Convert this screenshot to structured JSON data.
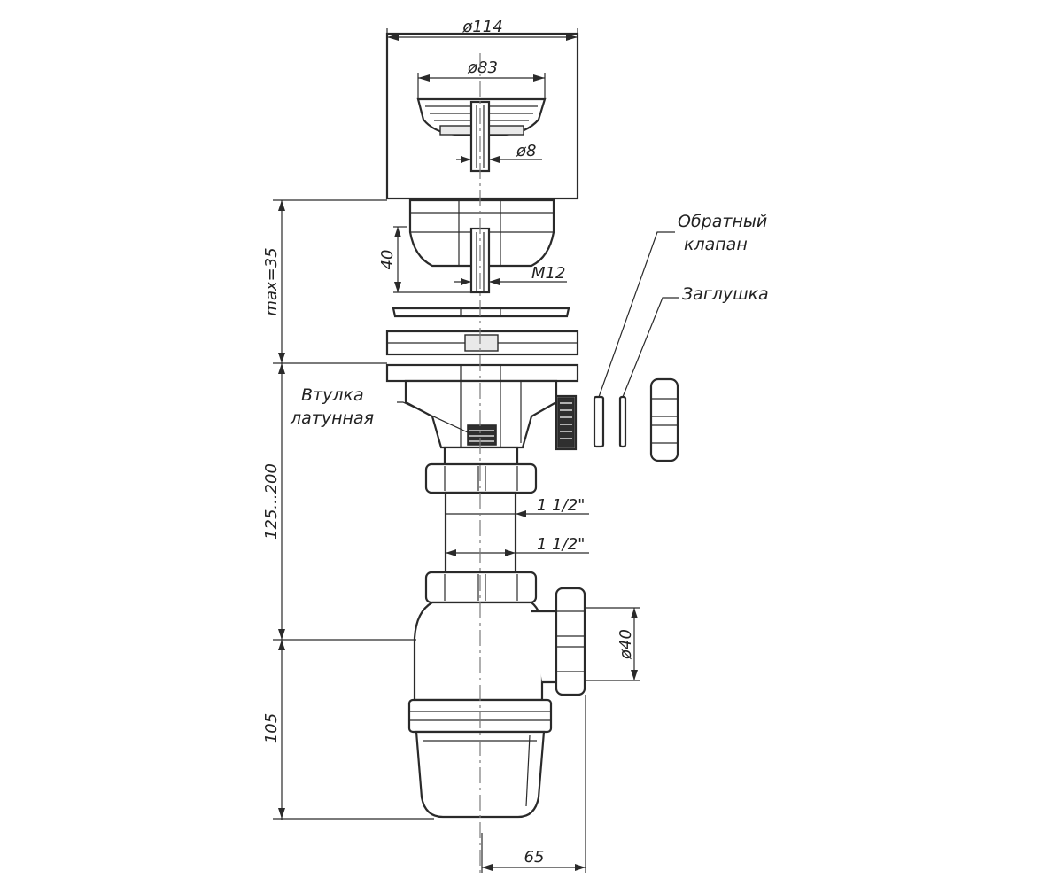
{
  "dimensions": {
    "d114": "ø114",
    "d83": "ø83",
    "d8": "ø8",
    "h40": "40",
    "m12": "M12",
    "max35": "max=35",
    "range125_200": "125...200",
    "pipe1": "1 1/2\"",
    "pipe2": "1 1/2\"",
    "d40": "ø40",
    "h105": "105",
    "w65": "65"
  },
  "labels": {
    "check_valve_line1": "Обратный",
    "check_valve_line2": "клапан",
    "plug": "Заглушка",
    "bushing_line1": "Втулка",
    "bushing_line2": "латунная"
  }
}
